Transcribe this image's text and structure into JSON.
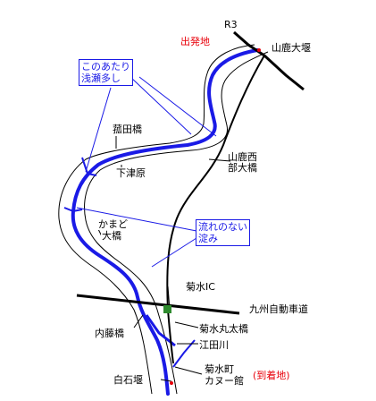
{
  "colors": {
    "river": "#1a1ae6",
    "callout_border": "#1a1ae6",
    "highlight_text": "#e8000a",
    "ic_marker": "#2e8b2e",
    "road": "#000000"
  },
  "roads": {
    "national_route": "R3",
    "expressway": "九州自動車道"
  },
  "places": {
    "start": "出発地",
    "dam": "山鹿大堰",
    "bridge_tsugeta": "菰田橋",
    "shimotsubaru": "下津原",
    "bridge_yamaga_seibu_line1": "山鹿西",
    "bridge_yamaga_seibu_line2": "部大橋",
    "bridge_kamado_line1": "かまど",
    "bridge_kamado_line2": "大橋",
    "kikusui_ic": "菊水IC",
    "bridge_naito": "内藤橋",
    "bridge_kikusui_maruta": "菊水丸太橋",
    "etagawa": "江田川",
    "shiraishi_weir": "白石堰",
    "canoe_house_line1": "菊水町",
    "canoe_house_line2": "カヌー館",
    "goal": "(到着地)"
  },
  "callouts": {
    "shallows_line1": "このあたり",
    "shallows_line2": "浅瀬多し",
    "still_water_line1": "流れのない",
    "still_water_line2": "淀み"
  },
  "icons": {
    "ic_marker": "ic-square-marker"
  }
}
